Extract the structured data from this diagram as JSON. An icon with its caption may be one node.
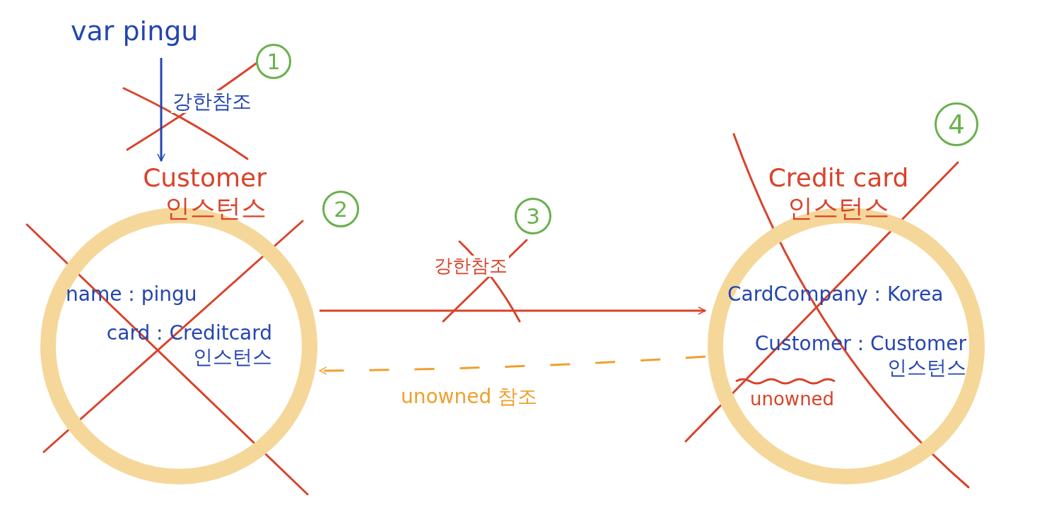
{
  "diagram": {
    "nodes": [
      {
        "text": [
          "var pingu"
        ]
      },
      {
        "text": [
          "Customer 인스턴스",
          "name : pingu",
          "card : Creditcard 인스턴스"
        ]
      },
      {
        "text": [
          "Credit card 인스턴스",
          "CardCompany : Korea",
          "Customer : Customer 인스턴스",
          "unowned"
        ]
      }
    ],
    "edges": [
      {
        "from": 0,
        "to": 1,
        "arrow": "to",
        "label": "강한참조",
        "color": "#2546b0"
      },
      {
        "from": 1,
        "to": 2,
        "arrow": "to",
        "label": "강한참조",
        "color": "#d9432b"
      },
      {
        "from": 2,
        "to": 1,
        "arrow": "to",
        "label": "unowned 참조",
        "style": "dashed",
        "color": "#efa02e"
      }
    ],
    "labels": [
      "1",
      "2",
      "3",
      "4"
    ]
  }
}
